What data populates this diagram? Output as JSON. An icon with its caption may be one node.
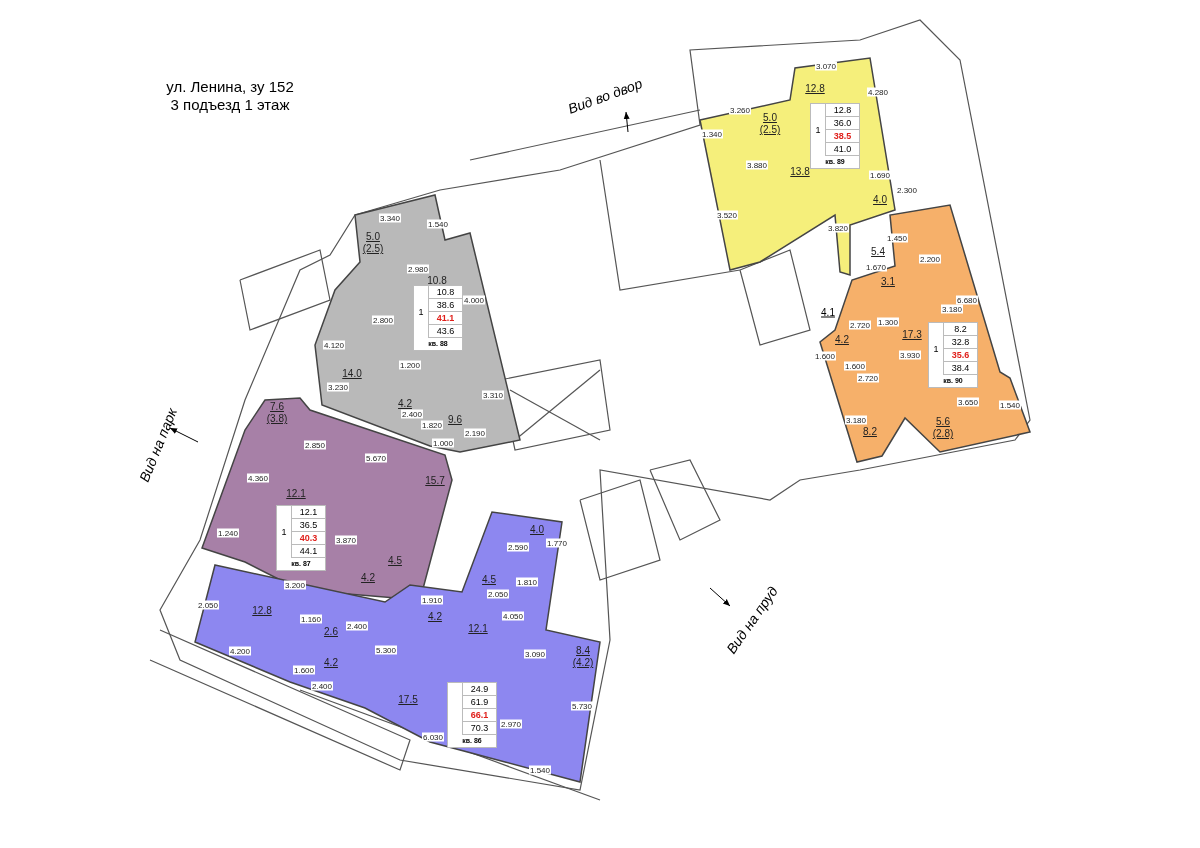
{
  "diagram": {
    "nodes": [
      {
        "text": [
          "12.8",
          "5.0 (2.5)",
          "13.8",
          "4.0",
          "5.4"
        ]
      },
      {
        "text": [
          "1",
          "12.8",
          "36.0",
          "38.5",
          "41.0",
          "кв. 89"
        ],
        "in": 0
      },
      {
        "text": [
          "5.0 (2.5)",
          "10.8",
          "14.0",
          "4.2",
          "9.6"
        ]
      },
      {
        "text": [
          "1",
          "10.8",
          "38.6",
          "41.1",
          "43.6",
          "кв. 88"
        ],
        "in": 2
      },
      {
        "text": [
          "3.1",
          "17.3",
          "4.2",
          "8.2",
          "5.6 (2.8)"
        ]
      },
      {
        "text": [
          "1",
          "8.2",
          "32.8",
          "35.6",
          "38.4",
          "кв. 90"
        ],
        "in": 4
      },
      {
        "text": [
          "7.6 (3.8)",
          "15.7",
          "12.1",
          "4.5",
          "4.2"
        ]
      },
      {
        "text": [
          "1",
          "12.1",
          "36.5",
          "40.3",
          "44.1",
          "кв. 87"
        ],
        "in": 6
      },
      {
        "text": [
          "4.0",
          "4.5",
          "12.8",
          "4.2",
          "12.1",
          "2.6",
          "8.4 (4.2)",
          "4.2",
          "17.5"
        ]
      },
      {
        "text": [
          "24.9",
          "61.9",
          "66.1",
          "70.3",
          "кв. 86"
        ],
        "in": 8
      }
    ],
    "labels": [
      "ул. Ленина, зу 152",
      "3 подъезд 1 этаж",
      "Вид во двор",
      "4.1",
      "Вид на парк",
      "Вид на пруд",
      "3.070",
      "4.280",
      "3.260",
      "1.340",
      "3.880",
      "3.520",
      "1.690",
      "2.300",
      "3.820",
      "1.450",
      "1.670",
      "2.200",
      "6.680",
      "3.180",
      "1.300",
      "2.720",
      "1.600",
      "1.600",
      "3.930",
      "2.720",
      "3.180",
      "3.650",
      "1.540",
      "3.340",
      "1.540",
      "2.980",
      "4.000",
      "2.800",
      "4.120",
      "1.200",
      "3.230",
      "2.400",
      "1.820",
      "3.310",
      "2.190",
      "1.000",
      "2.850",
      "5.670",
      "4.360",
      "1.240",
      "3.870",
      "3.200",
      "2.050",
      "1.160",
      "2.400",
      "4.200",
      "5.300",
      "1.600",
      "2.400",
      "1.910",
      "2.590",
      "1.770",
      "2.050",
      "1.810",
      "4.050",
      "3.090",
      "2.970",
      "5.730",
      "1.540",
      "6.030"
    ]
  }
}
